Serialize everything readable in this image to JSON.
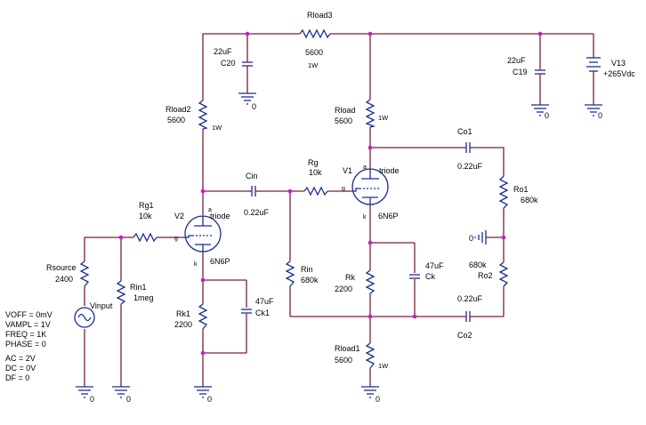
{
  "components": {
    "rload3": {
      "name": "Rload3",
      "value": "5600",
      "power": "1W"
    },
    "c20": {
      "name": "C20",
      "value": "22uF"
    },
    "c19": {
      "name": "C19",
      "value": "22uF"
    },
    "v13": {
      "name": "V13",
      "value": "+265Vdc"
    },
    "rload2": {
      "name": "Rload2",
      "value": "5600",
      "power": "1W"
    },
    "rload": {
      "name": "Rload",
      "value": "5600",
      "power": "1W"
    },
    "co1": {
      "name": "Co1",
      "value": "0.22uF"
    },
    "ro1": {
      "name": "Ro1",
      "value": "680k"
    },
    "ro2": {
      "name": "Ro2",
      "value": "680k"
    },
    "co2": {
      "name": "Co2",
      "value": "0.22uF"
    },
    "cin": {
      "name": "Cin",
      "value": "0.22uF"
    },
    "rg": {
      "name": "Rg",
      "value": "10k"
    },
    "rg1": {
      "name": "Rg1",
      "value": "10k"
    },
    "v1": {
      "name": "V1",
      "model": "triode",
      "part": "6N6P"
    },
    "v2": {
      "name": "V2",
      "model": "triode",
      "part": "6N6P"
    },
    "rin": {
      "name": "Rin",
      "value": "680k"
    },
    "rk": {
      "name": "Rk",
      "value": "2200"
    },
    "ck": {
      "name": "Ck",
      "value": "47uF"
    },
    "rk1": {
      "name": "Rk1",
      "value": "2200"
    },
    "ck1": {
      "name": "Ck1",
      "value": "47uF"
    },
    "rload1": {
      "name": "Rload1",
      "value": "5600",
      "power": "1W"
    },
    "rsource": {
      "name": "Rsource",
      "value": "2400"
    },
    "rin1": {
      "name": "Rin1",
      "value": "1meg"
    },
    "vinput": {
      "name": "Vinput",
      "params": [
        "VOFF = 0mV",
        "VAMPL = 1V",
        "FREQ = 1K",
        "PHASE = 0"
      ],
      "ac_params": [
        "AC = 2V",
        "DC = 0V",
        "DF = 0"
      ]
    }
  },
  "pins": {
    "anode": "a",
    "grid": "g",
    "cathode": "k"
  },
  "ground_label": "0"
}
